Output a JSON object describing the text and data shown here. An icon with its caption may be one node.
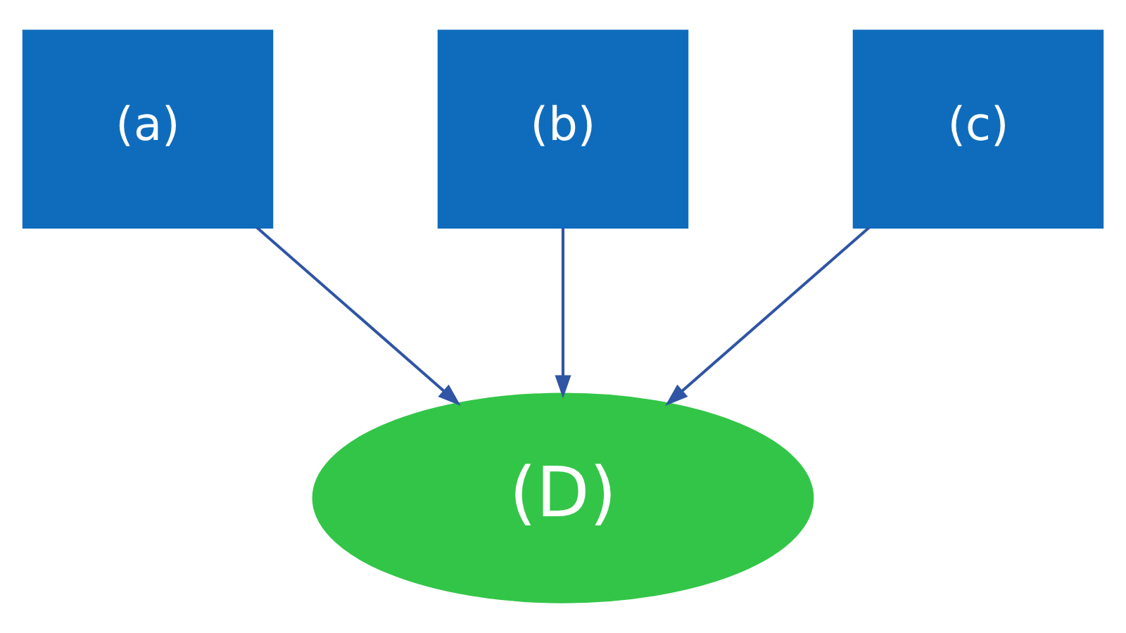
{
  "diagram": {
    "nodes": [
      {
        "text": [
          "(a)"
        ]
      },
      {
        "text": [
          "(b)"
        ]
      },
      {
        "text": [
          "(c)"
        ]
      },
      {
        "text": [
          "(D)"
        ]
      }
    ],
    "edges": [
      {
        "from": 0,
        "to": 3,
        "arrow": "to"
      },
      {
        "from": 1,
        "to": 3,
        "arrow": "to"
      },
      {
        "from": 2,
        "to": 3,
        "arrow": "to"
      }
    ]
  }
}
